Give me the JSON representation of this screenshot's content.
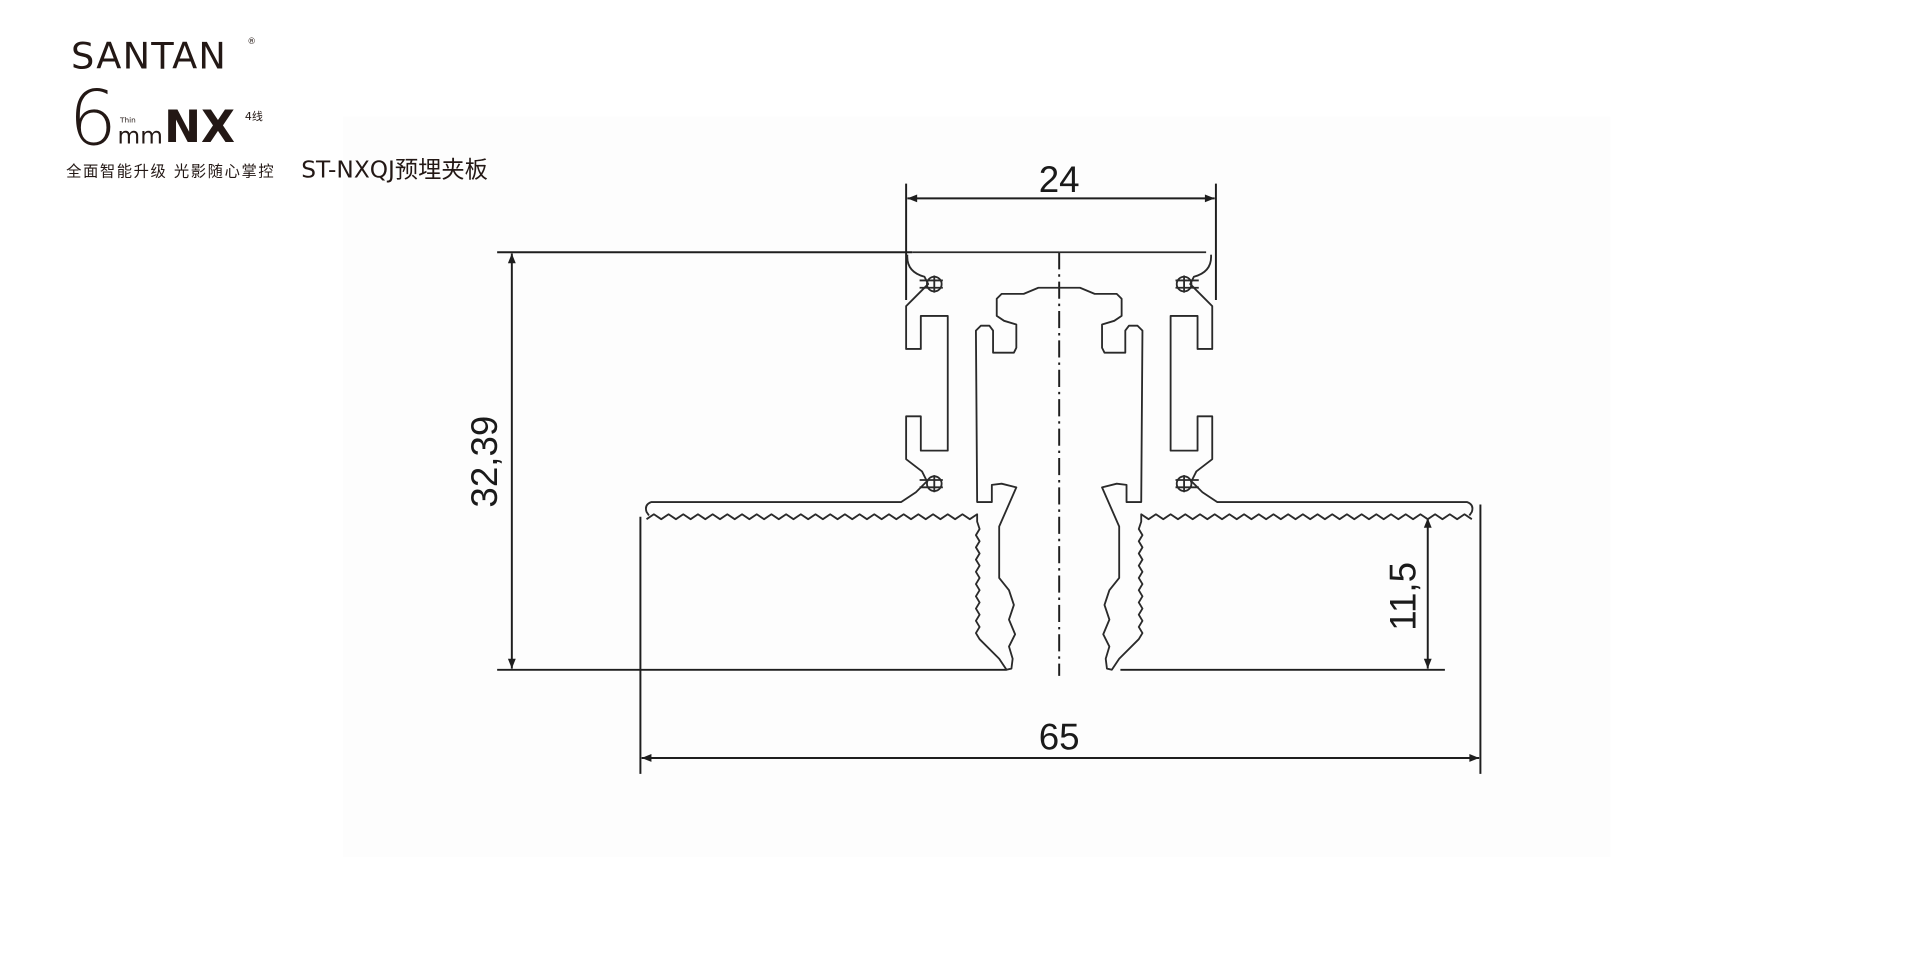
{
  "logo": {
    "brand": "SANTAN",
    "registered": "®",
    "size_number": "6",
    "size_unit": "mm",
    "thin_label": "Thin",
    "series": "NX",
    "wire_label": "4线",
    "slogan": "全面智能升级 光影随心掌控"
  },
  "title": "ST-NXQJ预埋夹板",
  "dimensions": {
    "top_width": "24",
    "total_height": "32,39",
    "flange_height": "11,5",
    "total_width": "65"
  }
}
